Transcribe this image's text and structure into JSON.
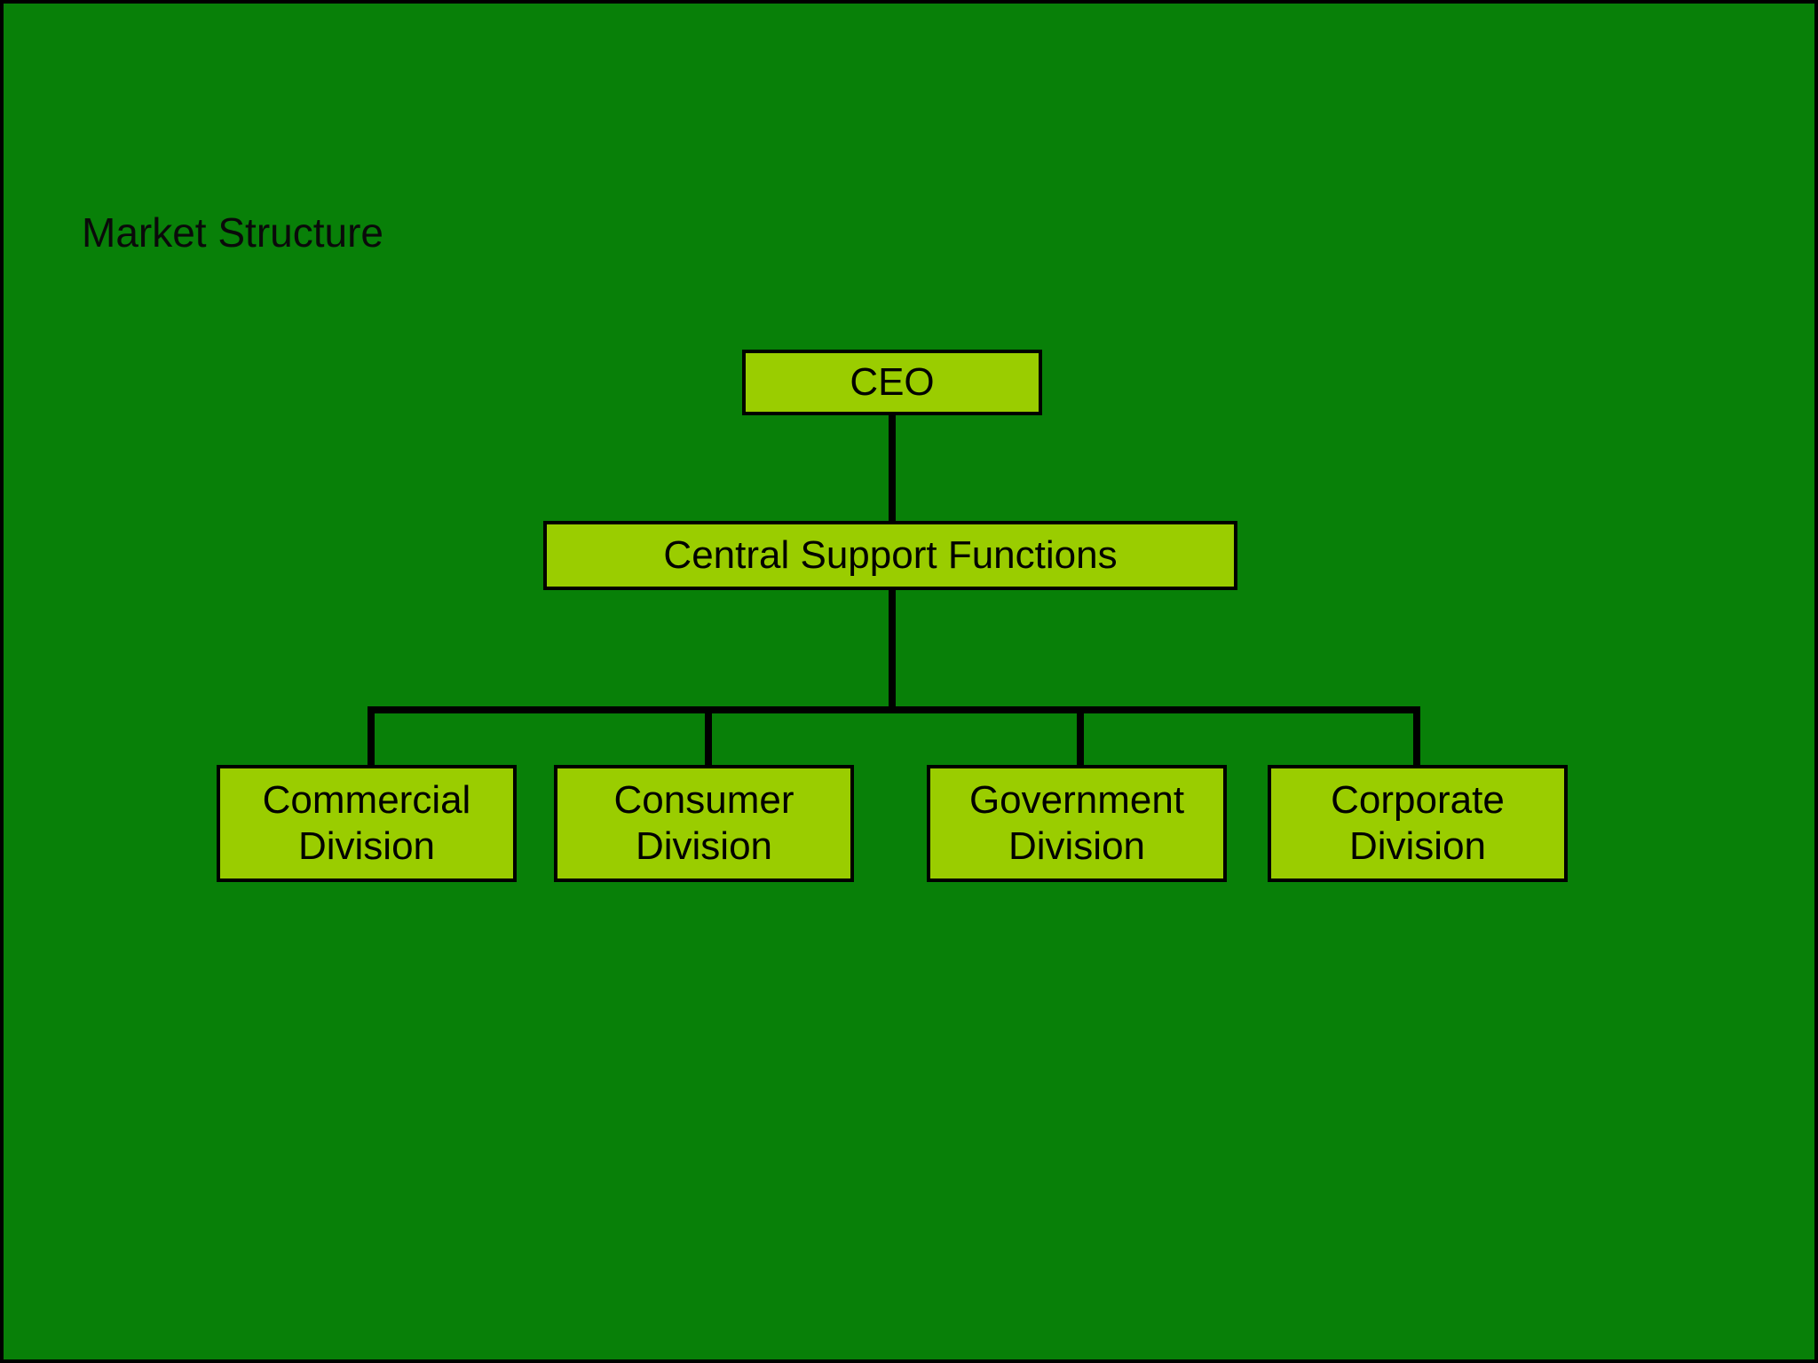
{
  "diagram": {
    "title": "Market Structure",
    "background_color": "#088008",
    "node_fill_color": "#9ACD00",
    "node_border_color": "#000000",
    "text_color": "#000000",
    "type": "org-chart"
  },
  "nodes": {
    "ceo": {
      "label": "CEO",
      "level": 1
    },
    "central_support": {
      "label": "Central Support Functions",
      "level": 2
    },
    "divisions": [
      {
        "label": "Commercial\nDivision",
        "level": 3
      },
      {
        "label": "Consumer\nDivision",
        "level": 3
      },
      {
        "label": "Government\nDivision",
        "level": 3
      },
      {
        "label": "Corporate\nDivision",
        "level": 3
      }
    ]
  }
}
